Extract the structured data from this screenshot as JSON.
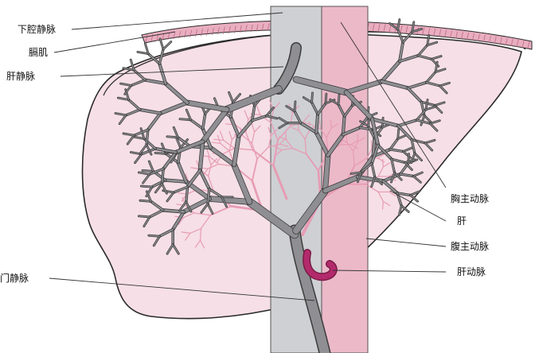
{
  "labels": {
    "ivc": "下腔静脉",
    "diaphragm": "膈肌",
    "hepatic_vein": "肝静脉",
    "portal_vein": "门静脉",
    "thoracic_aorta": "胸主动脉",
    "liver": "肝",
    "abdominal_aorta": "腹主动脉",
    "hepatic_artery": "肝动脉"
  },
  "colors": {
    "liver_fill": "#f6dfe6",
    "liver_outline": "#2a2a2a",
    "vein_gray": "#8f8f93",
    "vein_edge": "#3c3c3c",
    "ivc_fill": "#cfd0d3",
    "aorta_fill": "#ecb9c9",
    "diaphragm_fill": "#e9aec0",
    "artery_magenta": "#b32a6c",
    "artery_pink": "#e79cb4"
  }
}
